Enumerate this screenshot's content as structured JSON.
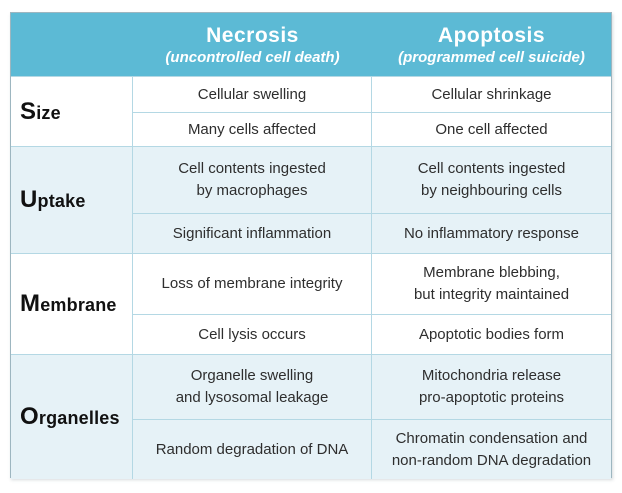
{
  "header": {
    "necrosis": {
      "title": "Necrosis",
      "subtitle": "(uncontrolled cell death)"
    },
    "apoptosis": {
      "title": "Apoptosis",
      "subtitle": "(programmed cell suicide)"
    }
  },
  "sections": [
    {
      "label": "Size",
      "rows": [
        {
          "necrosis": "Cellular swelling",
          "apoptosis": "Cellular shrinkage"
        },
        {
          "necrosis": "Many cells affected",
          "apoptosis": "One cell affected"
        }
      ]
    },
    {
      "label": "Uptake",
      "rows": [
        {
          "necrosis": "Cell contents ingested\nby macrophages",
          "apoptosis": "Cell contents ingested\nby neighbouring cells"
        },
        {
          "necrosis": "Significant inflammation",
          "apoptosis": "No inflammatory response"
        }
      ]
    },
    {
      "label": "Membrane",
      "rows": [
        {
          "necrosis": "Loss of membrane integrity",
          "apoptosis": "Membrane blebbing,\nbut integrity maintained"
        },
        {
          "necrosis": "Cell lysis occurs",
          "apoptosis": "Apoptotic bodies form"
        }
      ]
    },
    {
      "label": "Organelles",
      "rows": [
        {
          "necrosis": "Organelle swelling\nand lysosomal leakage",
          "apoptosis": "Mitochondria release\npro-apoptotic proteins"
        },
        {
          "necrosis": "Random degradation of DNA",
          "apoptosis": "Chromatin condensation and\nnon-random DNA degradation"
        }
      ]
    }
  ],
  "colors": {
    "header_bg": "#5cbad5",
    "alt_bg": "#e6f2f7",
    "line": "#b4d8e4",
    "outer": "#9db6c0",
    "text": "#2e2e2e",
    "header_text": "#ffffff"
  },
  "chart_data": {
    "type": "table",
    "title": "Necrosis vs Apoptosis comparison",
    "columns": [
      "",
      "Necrosis (uncontrolled cell death)",
      "Apoptosis (programmed cell suicide)"
    ],
    "rows": [
      [
        "Size",
        "Cellular swelling",
        "Cellular shrinkage"
      ],
      [
        "Size",
        "Many cells affected",
        "One cell affected"
      ],
      [
        "Uptake",
        "Cell contents ingested by macrophages",
        "Cell contents ingested by neighbouring cells"
      ],
      [
        "Uptake",
        "Significant inflammation",
        "No inflammatory response"
      ],
      [
        "Membrane",
        "Loss of membrane integrity",
        "Membrane blebbing, but integrity maintained"
      ],
      [
        "Membrane",
        "Cell lysis occurs",
        "Apoptotic bodies form"
      ],
      [
        "Organelles",
        "Organelle swelling and lysosomal leakage",
        "Mitochondria release pro-apoptotic proteins"
      ],
      [
        "Organelles",
        "Random degradation of DNA",
        "Chromatin condensation and non-random DNA degradation"
      ]
    ]
  }
}
